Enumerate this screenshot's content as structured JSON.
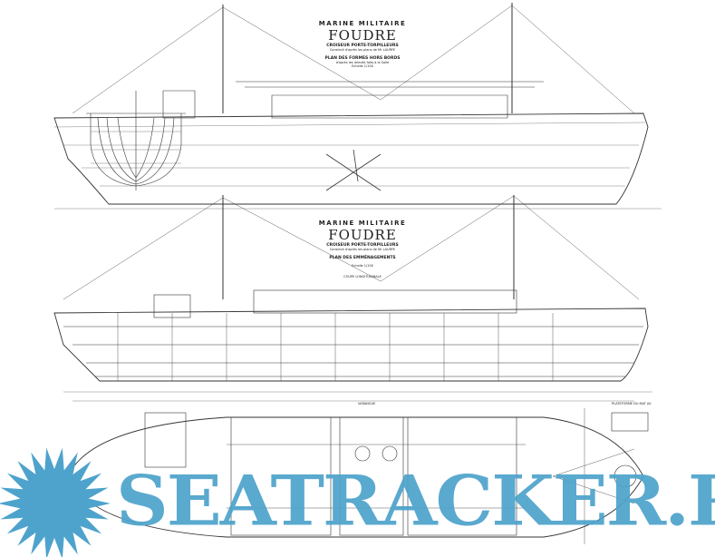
{
  "drawing_top": {
    "heading": "MARINE MILITAIRE",
    "ship_name": "FOUDRE",
    "ship_type": "CROISEUR PORTE-TORPILLEURS",
    "builder_note": "Construit d'après les plans de Mr LAURYE",
    "plan_title": "PLAN DES FORMES HORS BORDS",
    "plan_note": "d'après les relevés faits à la Salle",
    "scale": "Echelle 1/100"
  },
  "drawing_middle": {
    "heading": "MARINE MILITAIRE",
    "ship_name": "FOUDRE",
    "ship_type": "CROISEUR PORTE-TORPILLEURS",
    "builder_note": "Construit d'après les plans de Mr LAURYE",
    "plan_title": "PLAN DES EMMÉNAGEMENTS",
    "scale": "Echelle 1/100",
    "section_label": "COUPE LONGITUDINALE"
  },
  "plan_view": {
    "label_left": "VARANGUE",
    "label_right": "PLATEFORME DU MAT AV"
  },
  "watermark": {
    "text": "SEATRACKER.RU",
    "color": "#4ea3cc"
  }
}
